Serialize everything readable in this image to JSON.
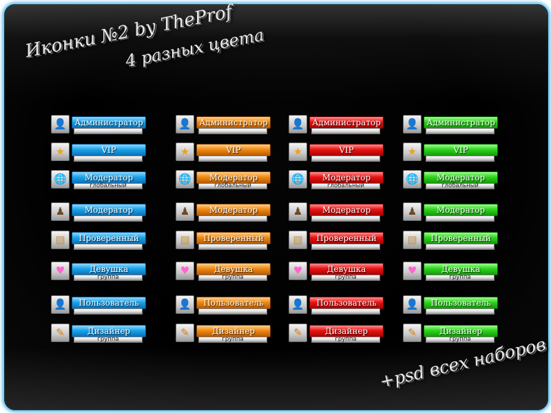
{
  "title": "Иконки №2 by TheProf",
  "subtitle": "4 разных цвета",
  "footer": "+psd всех наборов",
  "colors": {
    "blue": "#1aa3ea",
    "orange": "#f08a14",
    "red": "#e81414",
    "green": "#2ed41e",
    "frame_border": "#7fd0f4"
  },
  "columns": [
    "blue",
    "orange",
    "red",
    "green"
  ],
  "badges": [
    {
      "label": "Администратор",
      "sub": "",
      "icon": "admin-person-icon"
    },
    {
      "label": "VIP",
      "sub": "",
      "icon": "star-icon"
    },
    {
      "label": "Модератор",
      "sub": "глобальный",
      "icon": "globe-icon"
    },
    {
      "label": "Модератор",
      "sub": "",
      "icon": "moderator-icon"
    },
    {
      "label": "Проверенный",
      "sub": "",
      "icon": "box-icon"
    },
    {
      "label": "Девушка",
      "sub": "группа",
      "icon": "heart-icon"
    },
    {
      "label": "Пользователь",
      "sub": "",
      "icon": "user-icon"
    },
    {
      "label": "Дизайнер",
      "sub": "группа",
      "icon": "designer-icon"
    }
  ]
}
